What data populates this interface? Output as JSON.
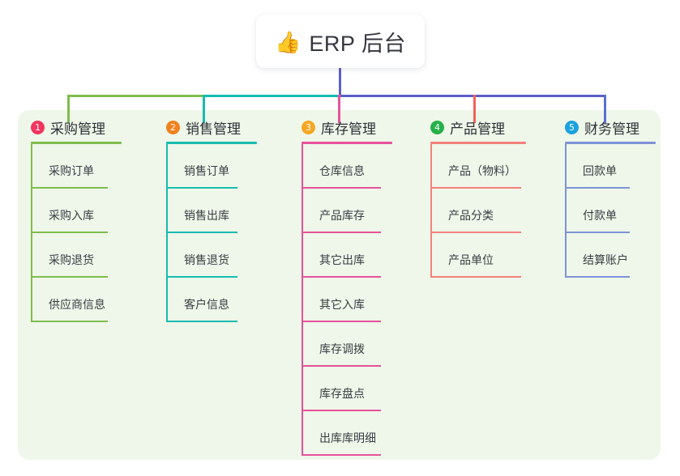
{
  "diagram": {
    "title": {
      "emoji_icon": "thumbs-up-icon",
      "emoji": "👍",
      "text": "ERP 后台"
    },
    "panel_color": "#eef7e9",
    "trunk_color": "#5b5fc7",
    "columns": [
      {
        "index": "1",
        "badge_color": "#f2365f",
        "title": "采购管理",
        "accent": "#7fbc4d",
        "bus_color": "#7fbc4d",
        "rule_width": 112,
        "item_rule_width": 95,
        "items": [
          {
            "label": "采购订单"
          },
          {
            "label": "采购入库"
          },
          {
            "label": "采购退货"
          },
          {
            "label": "供应商信息"
          }
        ]
      },
      {
        "index": "2",
        "badge_color": "#f0821e",
        "title": "销售管理",
        "accent": "#17bcb0",
        "bus_color": "#17bcb0",
        "rule_width": 112,
        "item_rule_width": 88,
        "items": [
          {
            "label": "销售订单"
          },
          {
            "label": "销售出库"
          },
          {
            "label": "销售退货"
          },
          {
            "label": "客户信息"
          }
        ]
      },
      {
        "index": "3",
        "badge_color": "#f5a623",
        "title": "库存管理",
        "accent": "#e8519b",
        "bus_color": "#e8519b",
        "rule_width": 112,
        "item_rule_width": 98,
        "items": [
          {
            "label": "仓库信息"
          },
          {
            "label": "产品库存"
          },
          {
            "label": "其它出库"
          },
          {
            "label": "其它入库"
          },
          {
            "label": "库存调拨"
          },
          {
            "label": "库存盘点"
          },
          {
            "label": "出库库明细"
          }
        ]
      },
      {
        "index": "4",
        "badge_color": "#25b04a",
        "title": "产品管理",
        "accent": "#f4807b",
        "bus_color": "#f4615c",
        "rule_width": 118,
        "item_rule_width": 112,
        "items": [
          {
            "label": "产品（物料）"
          },
          {
            "label": "产品分类"
          },
          {
            "label": "产品单位"
          }
        ]
      },
      {
        "index": "5",
        "badge_color": "#1aa2dd",
        "title": "财务管理",
        "accent": "#7f93d8",
        "bus_color": "#5b6fd0",
        "rule_width": 112,
        "item_rule_width": 80,
        "items": [
          {
            "label": "回款单"
          },
          {
            "label": "付款单"
          },
          {
            "label": "结算账户"
          }
        ]
      }
    ]
  }
}
